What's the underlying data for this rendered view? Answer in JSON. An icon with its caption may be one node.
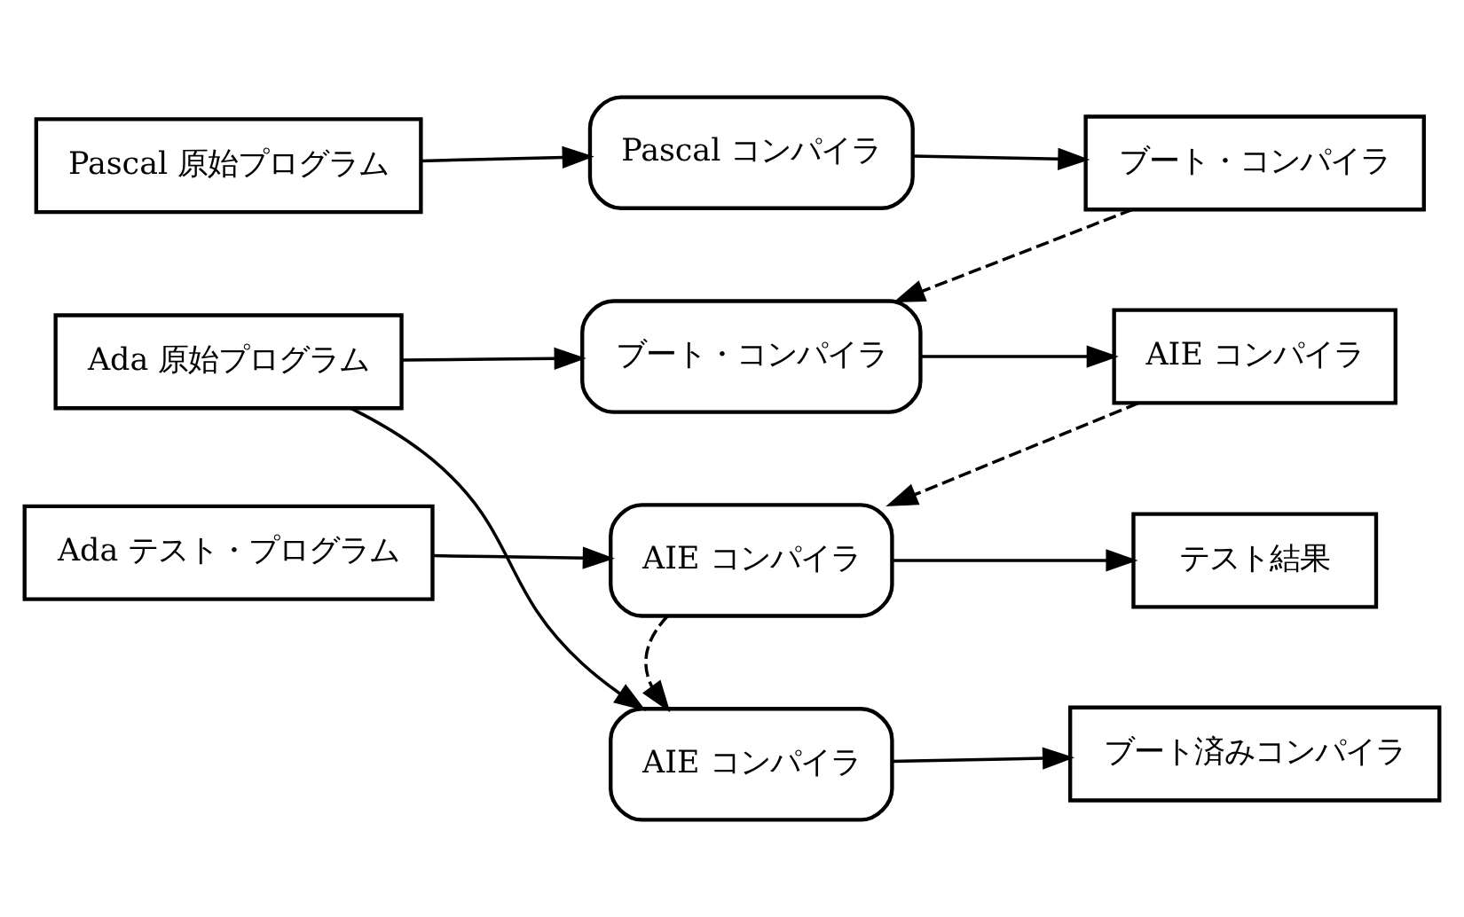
{
  "diagram": {
    "nodes": [
      {
        "text": [
          "Pascal 原始プログラム"
        ]
      },
      {
        "text": [
          "Pascal コンパイラ"
        ]
      },
      {
        "text": [
          "ブート・コンパイラ"
        ]
      },
      {
        "text": [
          "Ada 原始プログラム"
        ]
      },
      {
        "text": [
          "ブート・コンパイラ"
        ]
      },
      {
        "text": [
          "AIE コンパイラ"
        ]
      },
      {
        "text": [
          "Ada テスト・プログラム"
        ]
      },
      {
        "text": [
          "AIE コンパイラ"
        ]
      },
      {
        "text": [
          "テスト結果"
        ]
      },
      {
        "text": [
          "AIE コンパイラ"
        ]
      },
      {
        "text": [
          "ブート済みコンパイラ"
        ]
      }
    ],
    "edges": [
      {
        "from": 0,
        "to": 1,
        "arrow": "to"
      },
      {
        "from": 1,
        "to": 2,
        "arrow": "to"
      },
      {
        "from": 2,
        "to": 4,
        "arrow": "to",
        "style": "dashed"
      },
      {
        "from": 3,
        "to": 4,
        "arrow": "to"
      },
      {
        "from": 4,
        "to": 5,
        "arrow": "to"
      },
      {
        "from": 5,
        "to": 7,
        "arrow": "to",
        "style": "dashed"
      },
      {
        "from": 6,
        "to": 7,
        "arrow": "to"
      },
      {
        "from": 7,
        "to": 8,
        "arrow": "to"
      },
      {
        "from": 7,
        "to": 9,
        "arrow": "to",
        "style": "dashed"
      },
      {
        "from": 3,
        "to": 9,
        "arrow": "to"
      },
      {
        "from": 9,
        "to": 10,
        "arrow": "to"
      }
    ]
  }
}
